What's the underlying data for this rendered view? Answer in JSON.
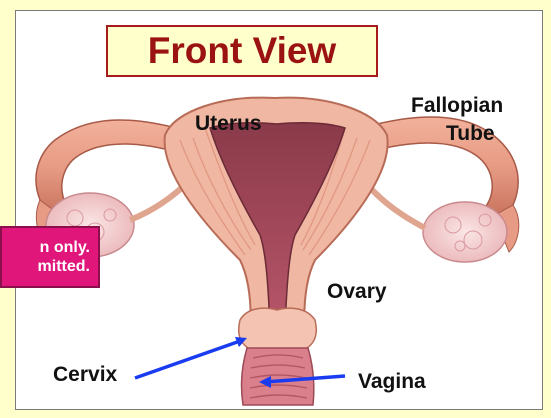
{
  "title": "Front View",
  "labels": {
    "uterus": "Uterus",
    "fallopian_line1": "Fallopian",
    "fallopian_line2": "Tube",
    "ovary": "Ovary",
    "cervix": "Cervix",
    "vagina": "Vagina"
  },
  "watermark": {
    "line1": "n only.",
    "line2": "mitted."
  },
  "colors": {
    "background": "#ffffcc",
    "title_text": "#9b1212",
    "title_border": "#a61c1c",
    "watermark_bg": "#e0167a",
    "pointer": "#1a3cf0"
  }
}
